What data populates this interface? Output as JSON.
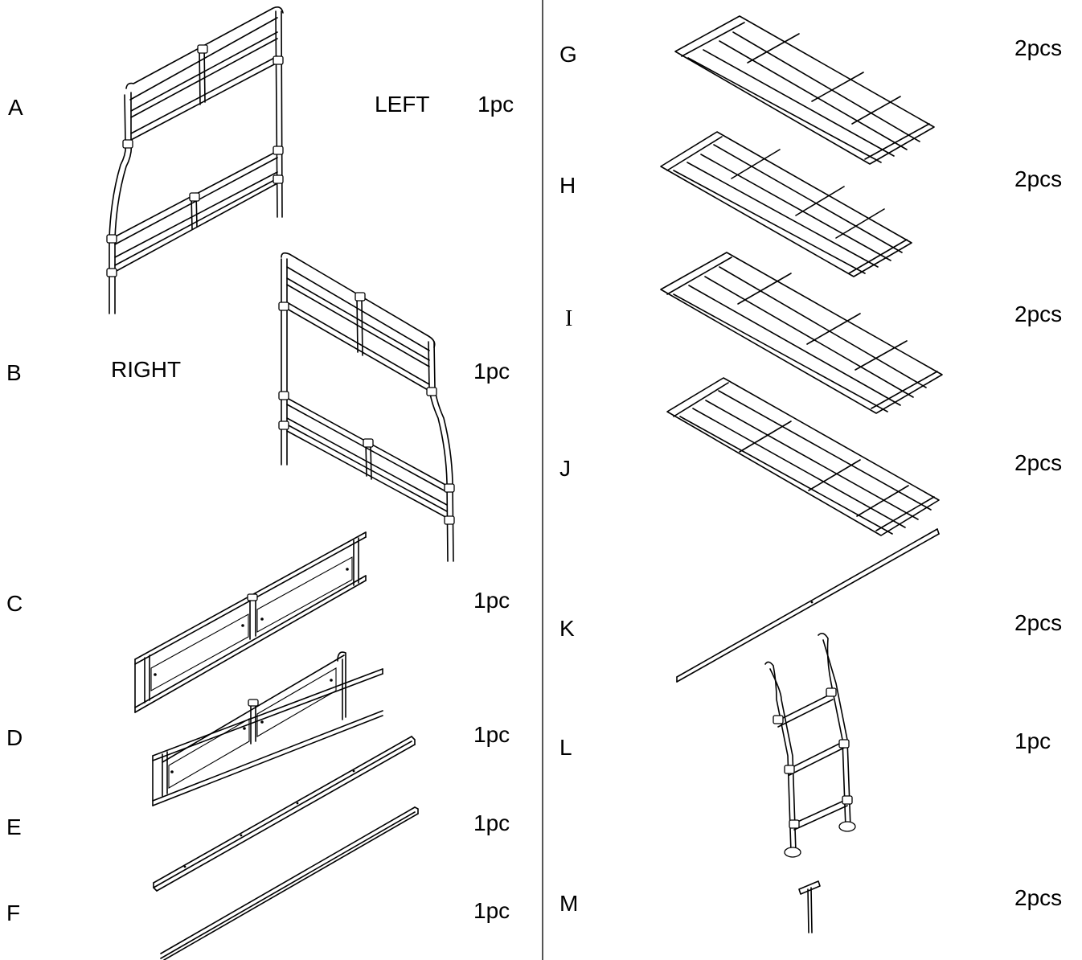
{
  "parts": [
    {
      "letter": "A",
      "side": "LEFT",
      "qty": "1pc"
    },
    {
      "letter": "B",
      "side": "RIGHT",
      "qty": "1pc"
    },
    {
      "letter": "C",
      "qty": "1pc"
    },
    {
      "letter": "D",
      "qty": "1pc"
    },
    {
      "letter": "E",
      "qty": "1pc"
    },
    {
      "letter": "F",
      "qty": "1pc"
    },
    {
      "letter": "G",
      "qty": "2pcs"
    },
    {
      "letter": "H",
      "qty": "2pcs"
    },
    {
      "letter": "I",
      "qty": "2pcs"
    },
    {
      "letter": "J",
      "qty": "2pcs"
    },
    {
      "letter": "K",
      "qty": "2pcs"
    },
    {
      "letter": "L",
      "qty": "1pc"
    },
    {
      "letter": "M",
      "qty": "2pcs"
    }
  ]
}
